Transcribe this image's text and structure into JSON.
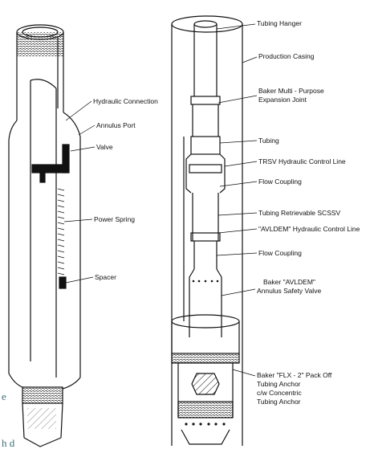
{
  "labels": {
    "hydraulic_connection": "Hydraulic Connection",
    "annulus_port": "Annulus Port",
    "valve": "Valve",
    "power_spring": "Power Spring",
    "spacer": "Spacer",
    "tubing_hanger": "Tubing Hanger",
    "production_casing": "Production Casing",
    "expansion_joint_1": "Baker Multi - Purpose",
    "expansion_joint_2": "Expansion Joint",
    "tubing": "Tubing",
    "trsv_control_line": "TRSV Hydraulic Control Line",
    "flow_coupling_1": "Flow Coupling",
    "tr_scssv": "Tubing Retrievable SCSSV",
    "avldem_control_line": "\"AVLDEM\" Hydraulic Control Line",
    "flow_coupling_2": "Flow Coupling",
    "avldem_1": "Baker \"AVLDEM\"",
    "avldem_2": "Annulus Safety Valve",
    "packoff_1": "Baker \"FLX - 2\" Pack Off",
    "packoff_2": "Tubing Anchor",
    "packoff_3": "c/w Concentric",
    "packoff_4": "Tubing Anchor"
  },
  "edge_fragments": {
    "left_mid": "e",
    "left_bottom": "h d"
  },
  "colors": {
    "ink": "#111111",
    "fragment": "#3b6b78"
  }
}
